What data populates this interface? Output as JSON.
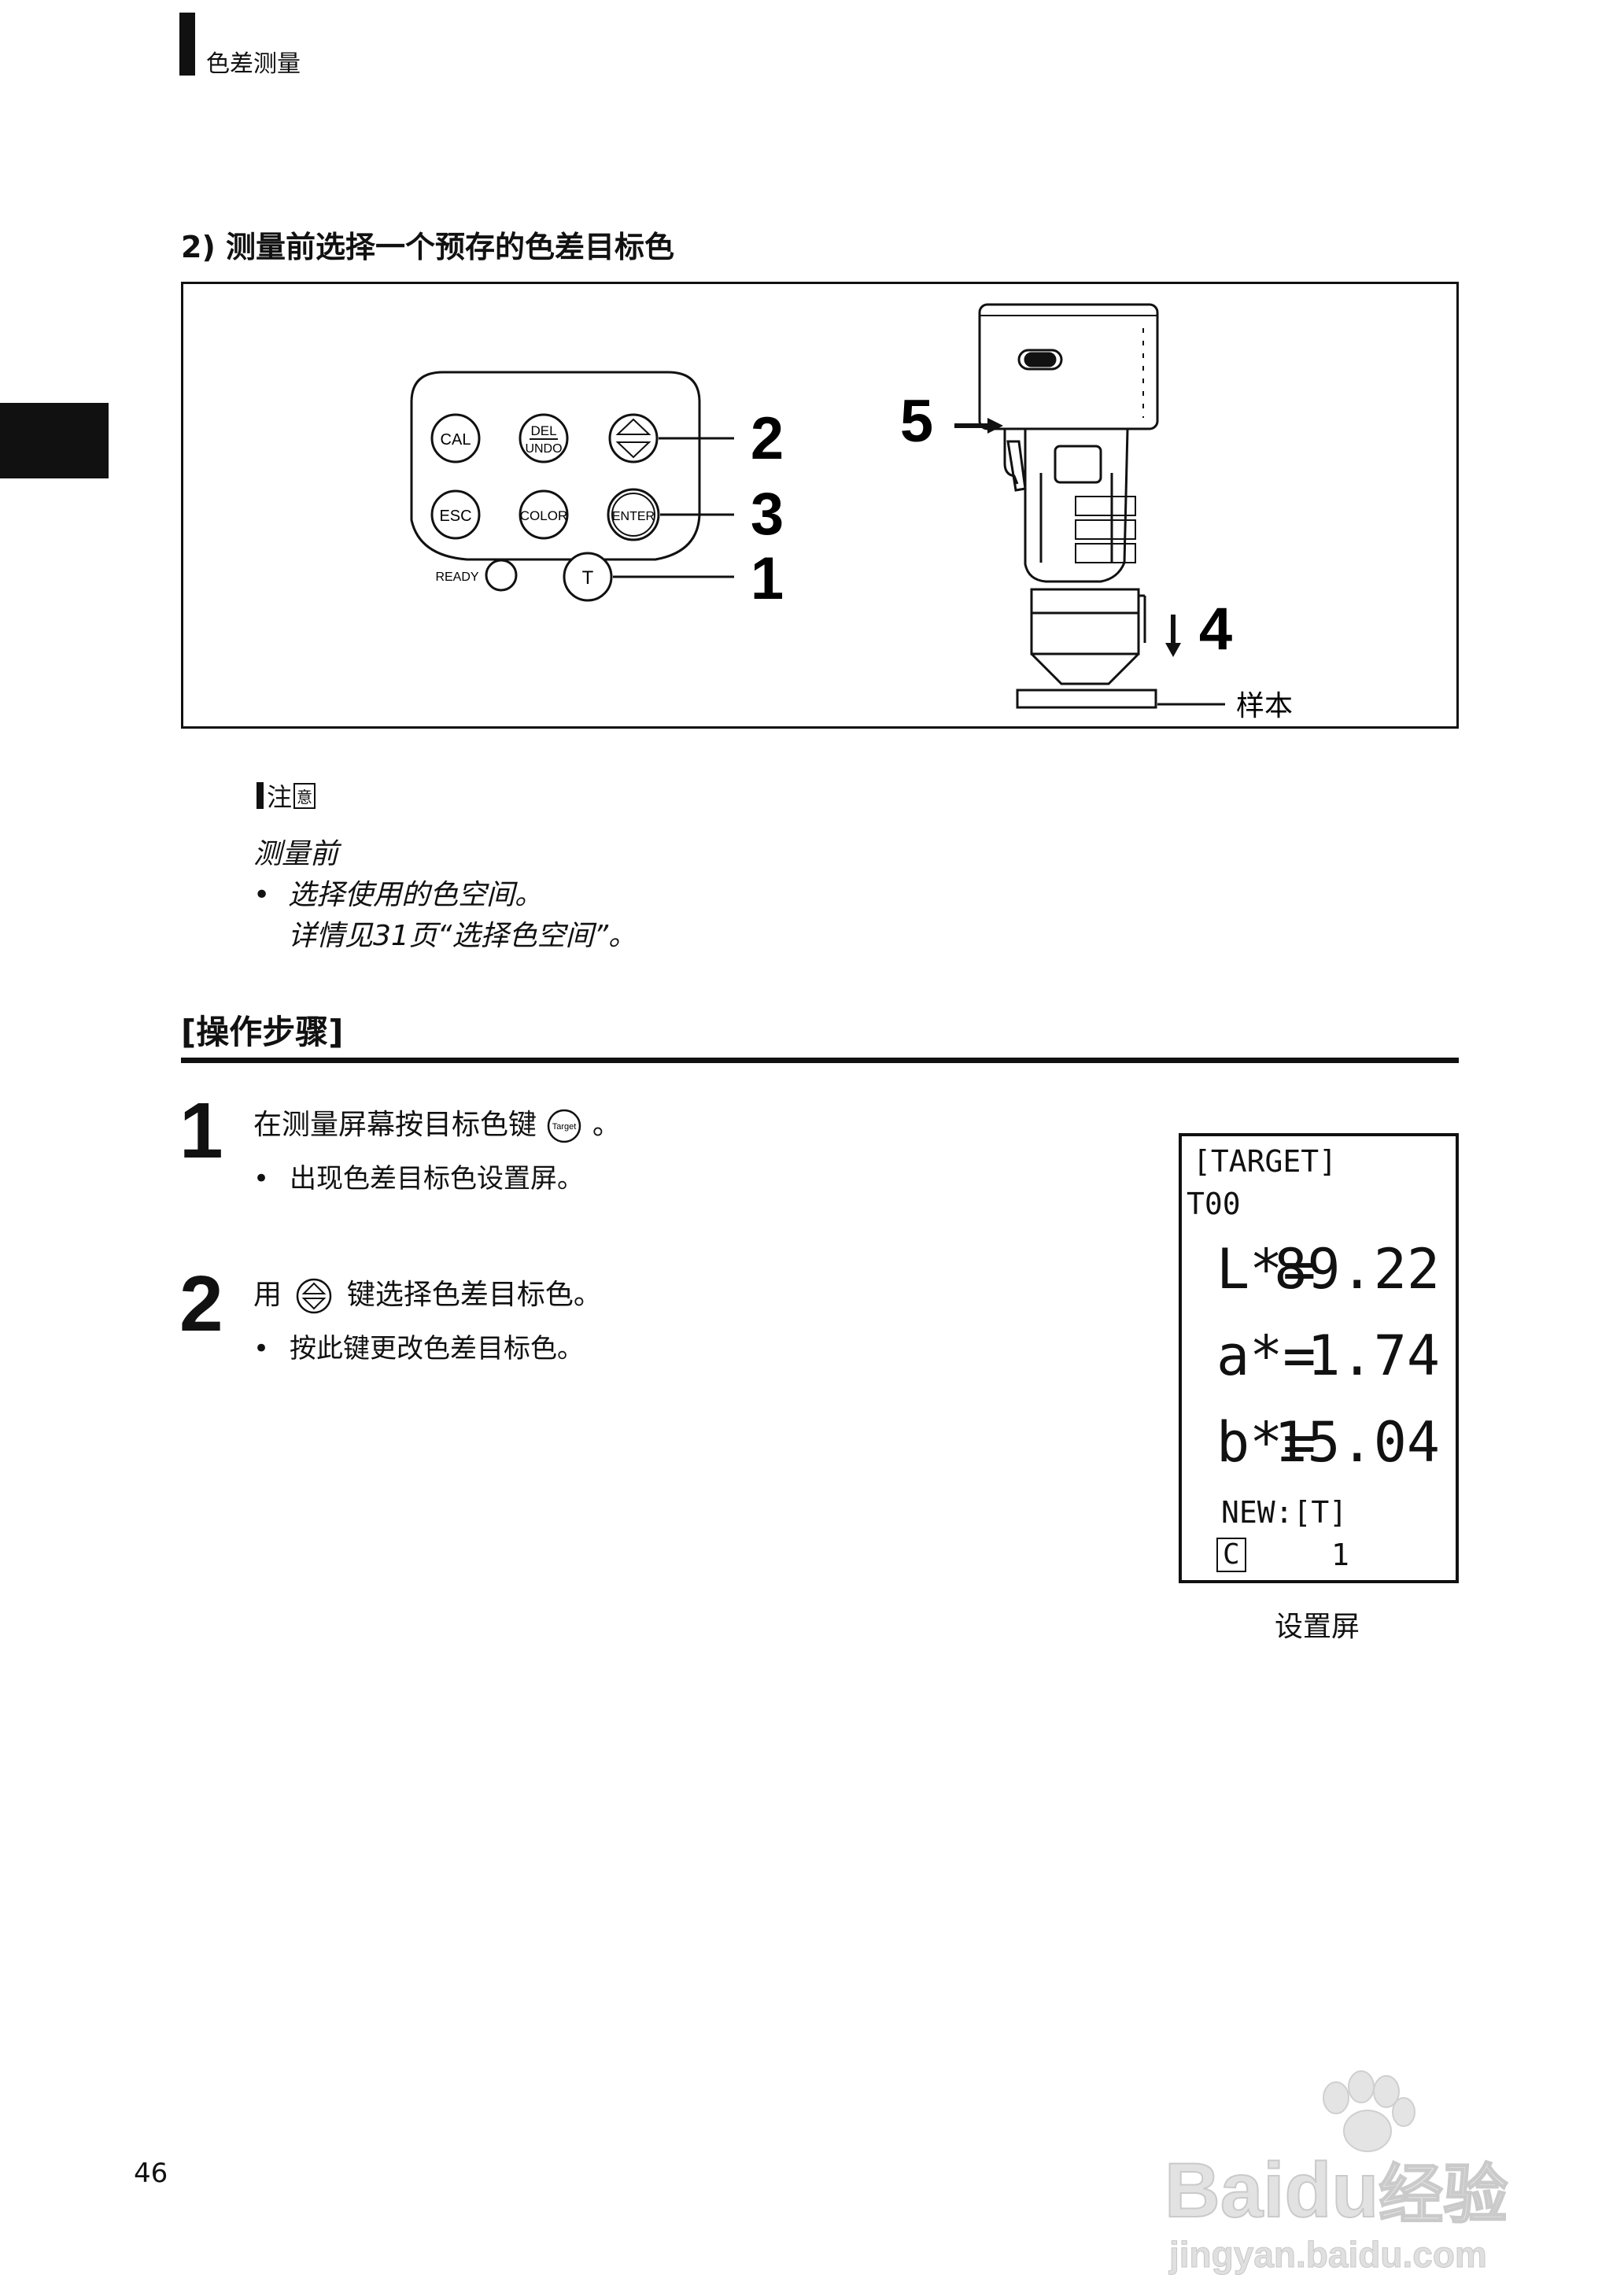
{
  "header": {
    "section": "色差测量"
  },
  "section_title": "2) 测量前选择一个预存的色差目标色",
  "figure": {
    "keypad": {
      "keys": [
        "CAL",
        "DEL",
        "UNDO",
        "ESC",
        "COLOR",
        "ENTER",
        "READY",
        "T"
      ]
    },
    "callouts": [
      "2",
      "3",
      "1",
      "5",
      "4"
    ],
    "sample_label": "样本"
  },
  "note": {
    "label": "注",
    "sub": "意",
    "heading": "测量前",
    "bullet": "选择使用的色空间。",
    "detail": "详情见31页“选择色空间”。"
  },
  "operation": {
    "title": "[操作步骤]",
    "steps": [
      {
        "num": "1",
        "main_before": "在测量屏幕按目标色键",
        "main_after": "。",
        "key_icon": "target-key",
        "key_text": "Target",
        "sub": "出现色差目标色设置屏。"
      },
      {
        "num": "2",
        "main_before": "用",
        "main_after": "键选择色差目标色。",
        "key_icon": "up-down-key",
        "sub": "按此键更改色差目标色。"
      }
    ]
  },
  "screen": {
    "line1": "[TARGET]",
    "line2": "T00",
    "L_label": "L*=",
    "L_value": "89.22",
    "a_label": "a*=",
    "a_value": "1.74",
    "b_label": "b*=",
    "b_value": "15.04",
    "new_line": "NEW:[T]",
    "c_box": "C",
    "c_value": "1",
    "caption": "设置屏"
  },
  "page_number": "46",
  "watermark": {
    "brand": "Bai",
    "brand2": "du",
    "cn": "经验",
    "url": "jingyan.baidu.com"
  }
}
